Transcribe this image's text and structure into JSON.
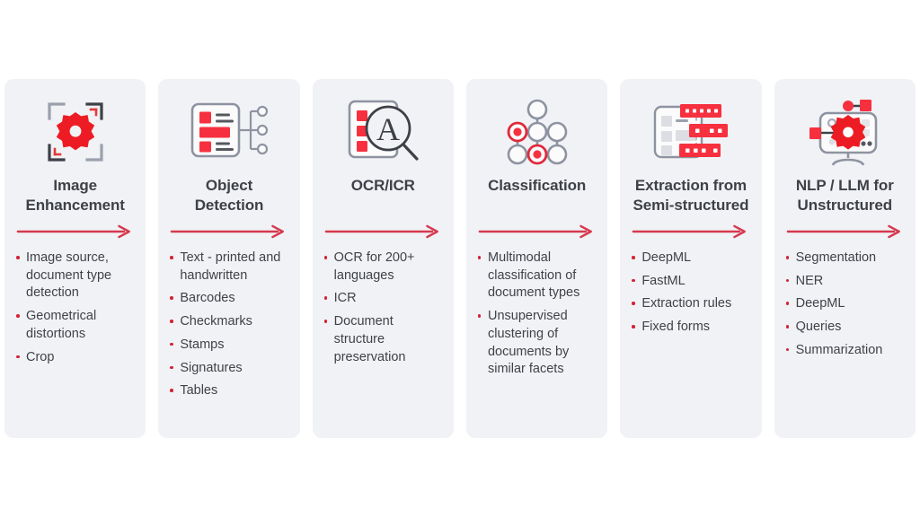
{
  "theme": {
    "background": "#ffffff",
    "card_background": "#f1f2f5",
    "accent_red": "#ed1c24",
    "bullet_red": "#d32236",
    "arrow_red": "#d6394f",
    "title_color": "#3e4148",
    "body_color": "#3f4248",
    "icon_gray": "#8e93a1"
  },
  "diagram": {
    "type": "pipeline",
    "stages": [
      {
        "id": "image-enhancement",
        "icon": "gear-crop-marks-icon",
        "title": "Image\nEnhancement",
        "title_lines": [
          "Image",
          "Enhancement"
        ],
        "arrow": "right-arrow-icon",
        "bullets": [
          "Image source, document type detection",
          "Geometrical distortions",
          "Crop"
        ]
      },
      {
        "id": "object-detection",
        "icon": "document-detection-tree-icon",
        "title": "Object\nDetection",
        "title_lines": [
          "Object",
          "Detection"
        ],
        "arrow": "right-arrow-icon",
        "bullets": [
          "Text - printed and handwritten",
          "Barcodes",
          "Checkmarks",
          "Stamps",
          "Signatures",
          "Tables"
        ]
      },
      {
        "id": "ocr-icr",
        "icon": "document-magnifier-letter-a-icon",
        "title": "OCR/ICR",
        "title_lines": [
          "OCR/ICR"
        ],
        "arrow": "right-arrow-icon",
        "bullets": [
          "OCR for 200+ languages",
          "ICR",
          "Document structure preservation"
        ]
      },
      {
        "id": "classification",
        "icon": "node-graph-icon",
        "title": "Classification",
        "title_lines": [
          "Classification"
        ],
        "arrow": "right-arrow-icon",
        "bullets": [
          "Multimodal classification of document types",
          "Unsupervised clustering of documents by similar facets"
        ]
      },
      {
        "id": "extraction-semi-structured",
        "icon": "document-data-bars-icon",
        "title": "Extraction from\nSemi-structured",
        "title_lines": [
          "Extraction from",
          "Semi-structured"
        ],
        "arrow": "right-arrow-icon",
        "bullets": [
          "DeepML",
          "FastML",
          "Extraction rules",
          "Fixed forms"
        ]
      },
      {
        "id": "nlp-llm-unstructured",
        "icon": "monitor-gear-nodes-icon",
        "title": "NLP / LLM for\nUnstructured",
        "title_lines": [
          "NLP / LLM for",
          "Unstructured"
        ],
        "arrow": "right-arrow-icon",
        "bullets": [
          "Segmentation",
          "NER",
          "DeepML",
          "Queries",
          "Summarization"
        ]
      }
    ]
  }
}
